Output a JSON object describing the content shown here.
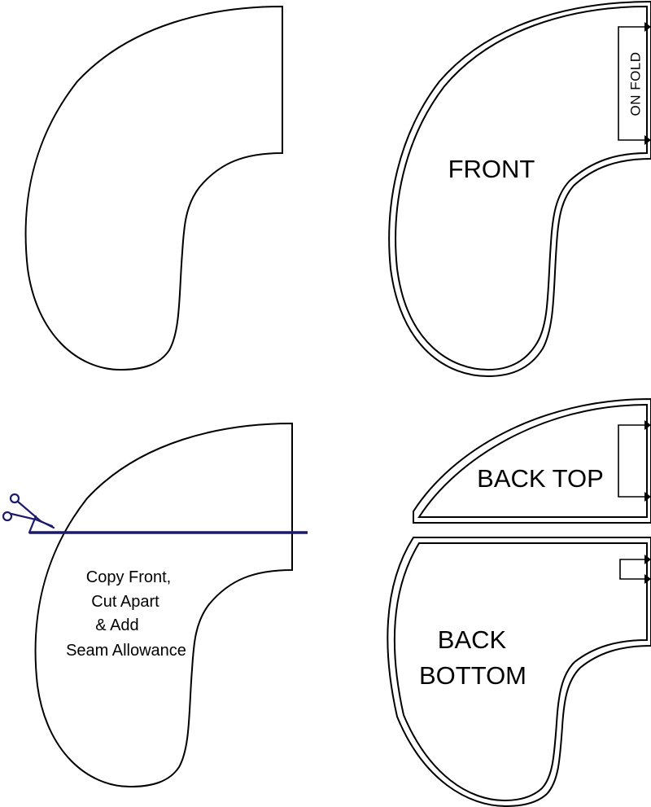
{
  "pieces": {
    "plain_front": "",
    "front": {
      "label": "FRONT",
      "fold_label": "ON FOLD"
    },
    "copy_note": [
      "Copy Front,",
      "Cut Apart",
      "& Add",
      "Seam Allowance"
    ],
    "back_top": {
      "label": "BACK TOP"
    },
    "back_bottom": {
      "label_line1": "BACK",
      "label_line2": "BOTTOM"
    }
  },
  "colors": {
    "outline": "#000000",
    "cut_line": "#1c1a6b",
    "background": "#ffffff"
  },
  "icons": {
    "scissors": "scissors-icon",
    "fold_arrow": "arrow-right-icon"
  }
}
